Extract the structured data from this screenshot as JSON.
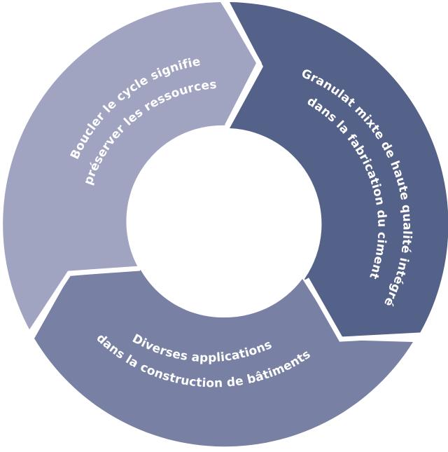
{
  "cycle": {
    "segments": [
      {
        "lines": [
          "Boucler le cycle signifie",
          "préserver les ressources"
        ],
        "color": "#a1a4c1"
      },
      {
        "lines": [
          "Granulat mixte de haute qualité intégré",
          "dans la fabrication du ciment"
        ],
        "color": "#546188"
      },
      {
        "lines": [
          "Diverses applications",
          "dans la construction de bâtiments"
        ],
        "color": "#7880a4"
      }
    ],
    "separator_color": "#ffffff",
    "background": "#ffffff"
  }
}
